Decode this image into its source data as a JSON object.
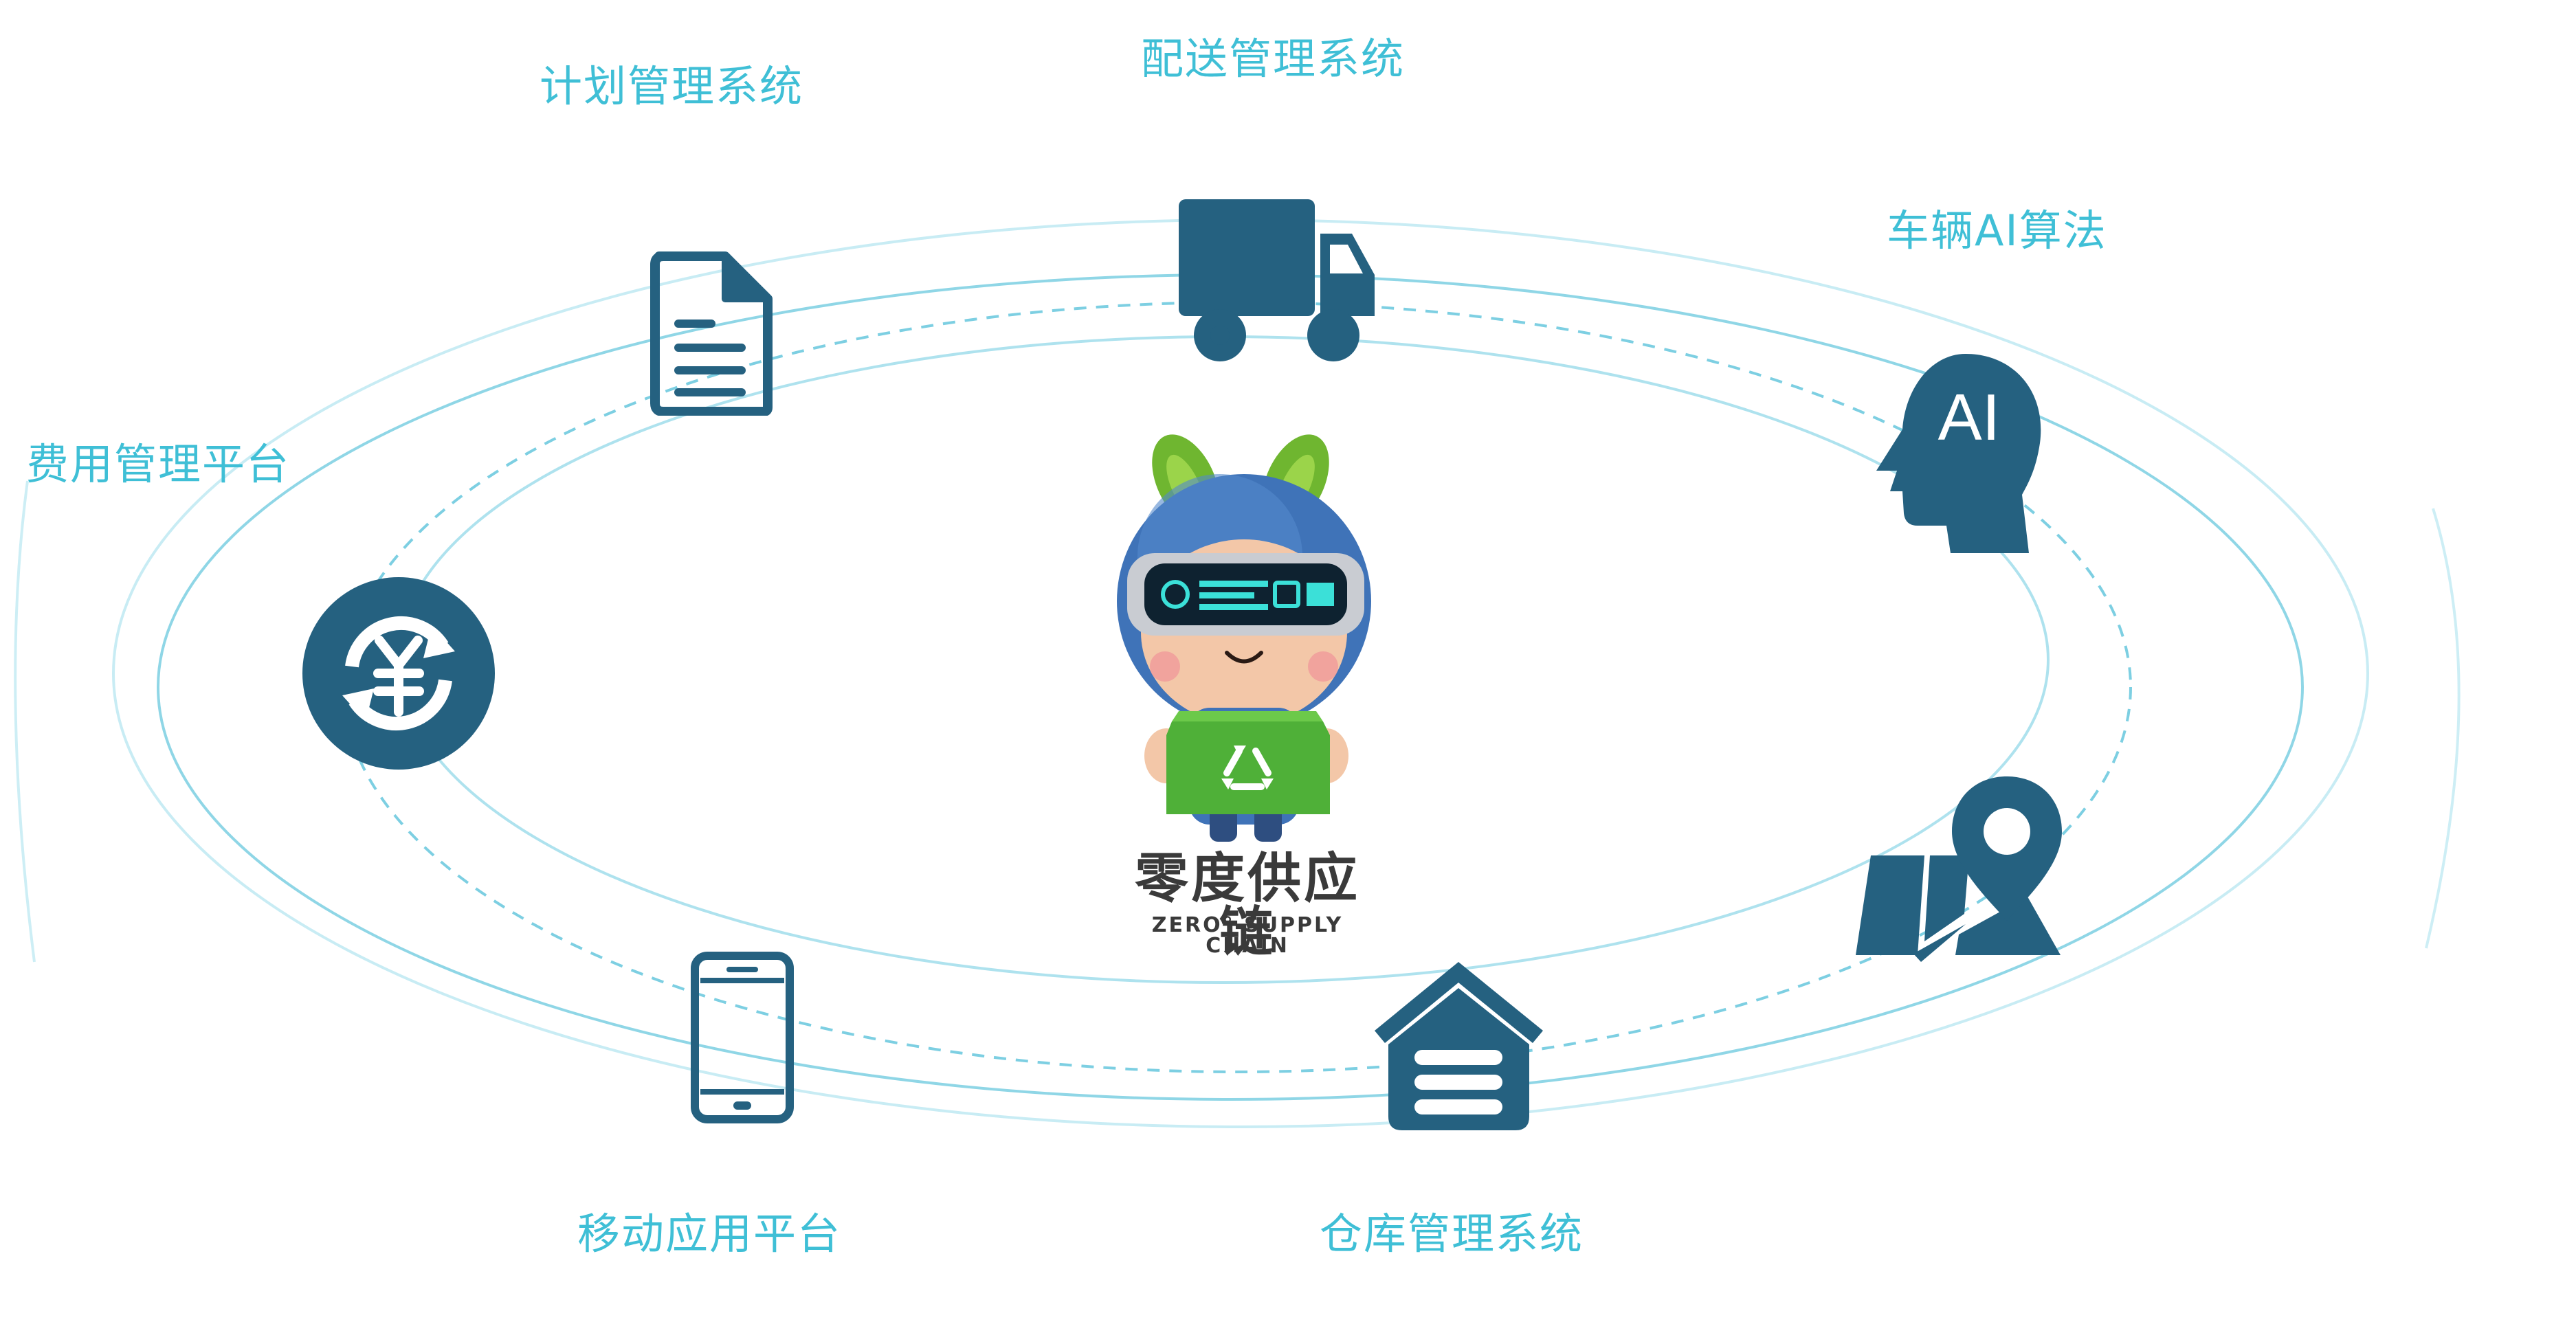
{
  "diagram": {
    "labels": {
      "plan": "计划管理系统",
      "delivery": "配送管理系统",
      "vehicle_ai": "车辆AI算法",
      "cost": "费用管理平台",
      "mobile": "移动应用平台",
      "warehouse": "仓库管理系统"
    },
    "ai_icon_text": "AI",
    "brand": {
      "name_cn": "零度供应链",
      "name_en": "ZERO° SUPPLY CHAIN"
    },
    "icons": {
      "plan": "document-icon",
      "delivery": "truck-icon",
      "vehicle_ai": "ai-head-icon",
      "cost": "yuan-exchange-icon",
      "mobile": "smartphone-icon",
      "warehouse": "warehouse-icon",
      "map": "map-pin-icon",
      "mascot": "recycling-robot-mascot"
    },
    "colors": {
      "icon": "#256180",
      "label": "#3fbfd6",
      "orbit": "#9fdcea"
    }
  }
}
